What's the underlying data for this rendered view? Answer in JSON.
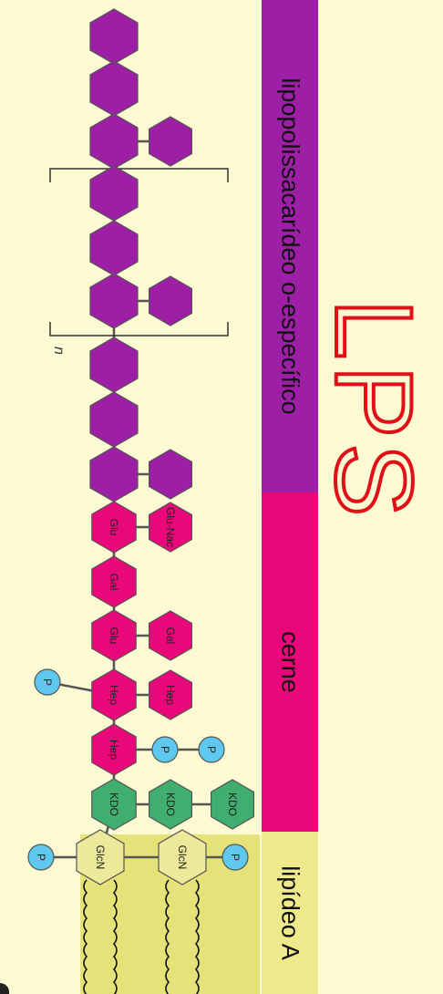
{
  "title": "LPS",
  "regions": [
    {
      "id": "o-antigen",
      "label": "lipopolissacarídeo o-específico",
      "color": "#9c1fa6"
    },
    {
      "id": "core",
      "label": "cerne",
      "color": "#e8087a"
    },
    {
      "id": "lipid-a",
      "label": "lipídeo A",
      "color": "#eeea8c"
    }
  ],
  "diagram": {
    "repeat_label": "n",
    "sugars": {
      "glu": "Glu",
      "gal": "Gal",
      "glunac": "Glu-Nac",
      "hep": "Hep",
      "kdo": "KDO",
      "glcn": "GlcN"
    },
    "phosphate": "P"
  },
  "colors": {
    "o_antigen": "#9c1fa6",
    "core": "#e8087a",
    "kdo": "#3fae6e",
    "glcn": "#ecea9a",
    "phosphate": "#5ec8ee",
    "lipid_block": "#e6e27a",
    "background": "#fcfad2"
  }
}
